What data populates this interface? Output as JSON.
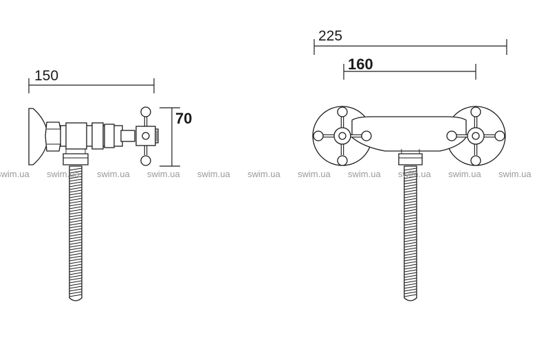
{
  "dimensions": {
    "side_width": "150",
    "side_height": "70",
    "front_overall": "225",
    "front_centers": "160"
  },
  "watermark": {
    "text": "swim.ua",
    "count": 11
  }
}
